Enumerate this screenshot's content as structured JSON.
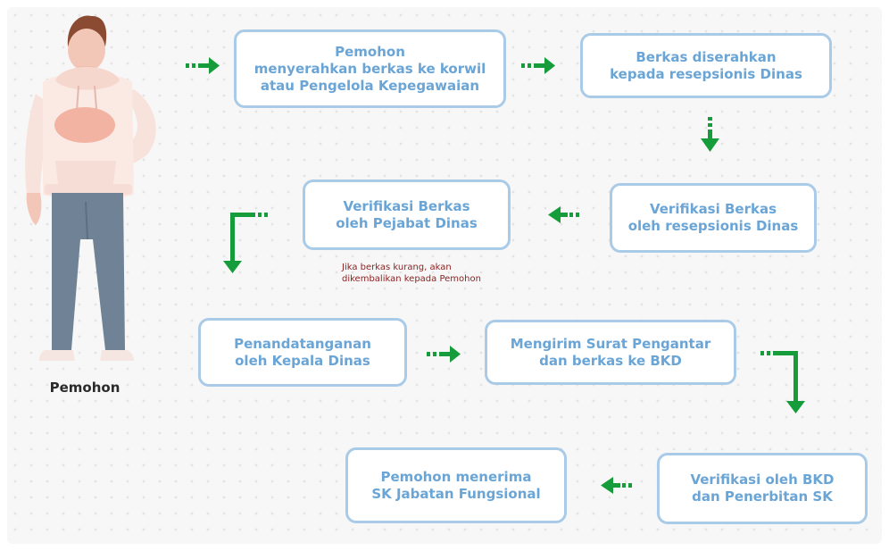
{
  "person": {
    "label": "Pemohon"
  },
  "steps": [
    {
      "line1": "Pemohon",
      "line2": "menyerahkan berkas ke korwil",
      "line3": "atau Pengelola Kepegawaian"
    },
    {
      "line1": "Berkas diserahkan",
      "line2": "kepada resepsionis Dinas"
    },
    {
      "line1": "Verifikasi Berkas",
      "line2": "oleh resepsionis Dinas"
    },
    {
      "line1": "Verifikasi Berkas",
      "line2": "oleh Pejabat Dinas"
    },
    {
      "line1": "Penandatanganan",
      "line2": "oleh Kepala Dinas"
    },
    {
      "line1": "Mengirim Surat Pengantar",
      "line2": "dan berkas ke BKD"
    },
    {
      "line1": "Verifikasi oleh BKD",
      "line2": "dan Penerbitan SK"
    },
    {
      "line1": "Pemohon menerima",
      "line2": "SK Jabatan Fungsional"
    }
  ],
  "note": {
    "line1": "Jika berkas kurang, akan",
    "line2": "dikembalikan kepada Pemohon"
  },
  "colors": {
    "box_border": "#a9cbe8",
    "box_text": "#6aa5d6",
    "arrow": "#169c3a",
    "note": "#8b1f1f",
    "background": "#f7f7f7"
  }
}
